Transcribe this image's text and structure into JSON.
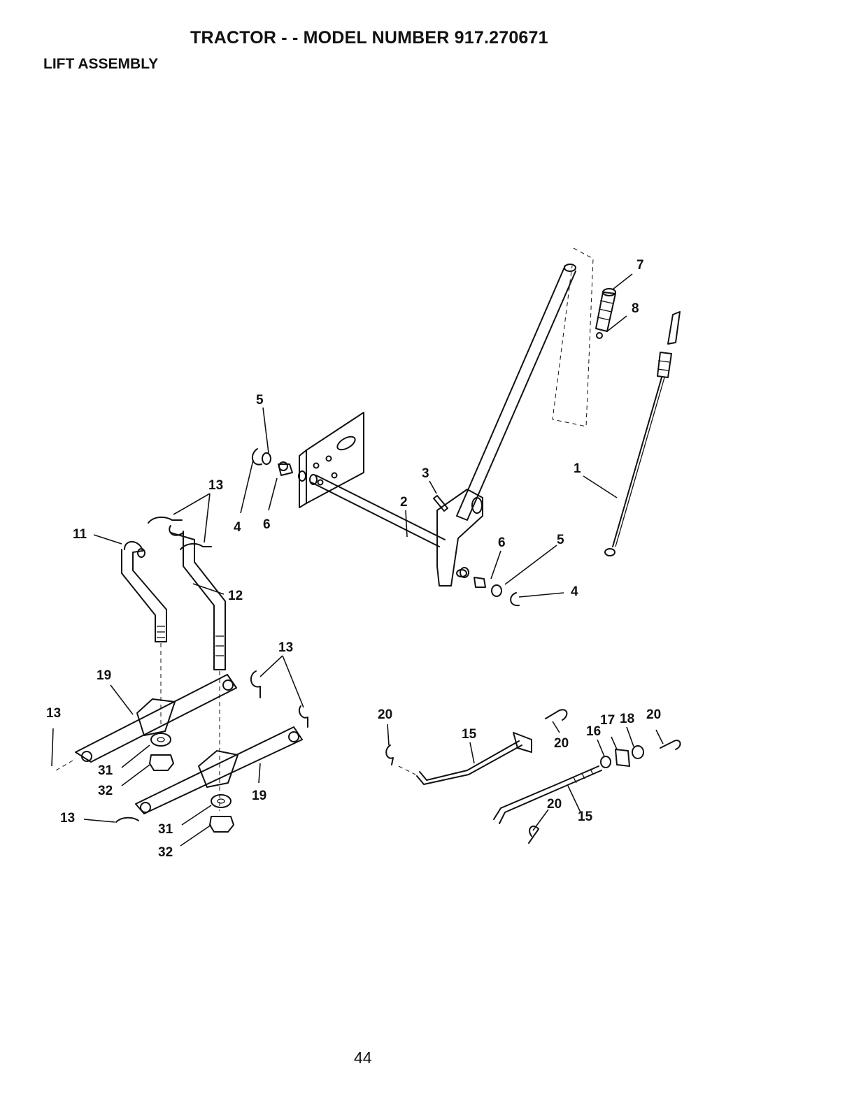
{
  "header": {
    "title": "TRACTOR - - MODEL NUMBER 917.270671",
    "section": "LIFT ASSEMBLY"
  },
  "footer": {
    "page_number": "44"
  },
  "callouts": [
    "7",
    "8",
    "5",
    "1",
    "13",
    "3",
    "2",
    "4",
    "6",
    "11",
    "6",
    "5",
    "4",
    "12",
    "13",
    "19",
    "13",
    "20",
    "15",
    "17",
    "18",
    "20",
    "16",
    "20",
    "31",
    "32",
    "19",
    "13",
    "31",
    "32",
    "20",
    "15"
  ]
}
